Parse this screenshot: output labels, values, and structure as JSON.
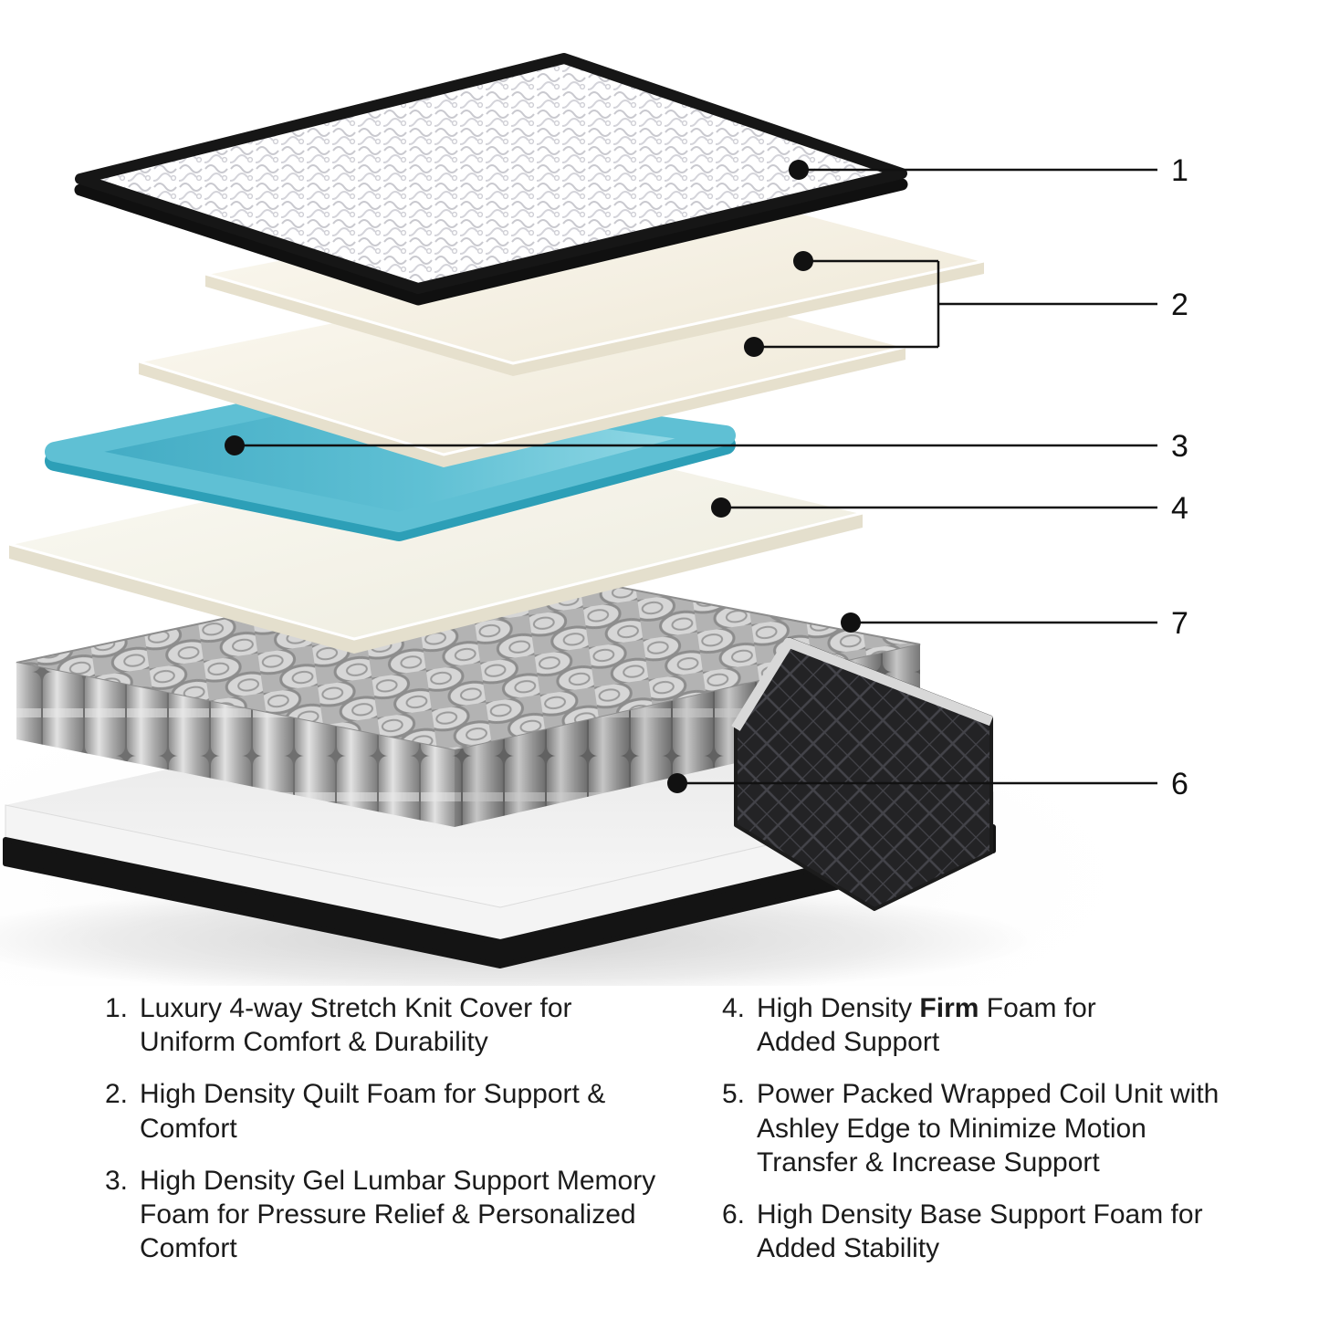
{
  "diagram": {
    "callouts": {
      "c1": "1",
      "c2": "2",
      "c3": "3",
      "c4": "4",
      "c7": "7",
      "c6": "6"
    },
    "colors": {
      "gel_foam_teal": "#45b1c8",
      "quilt_foam_cream": "#f4efdf",
      "coil_gray": "#b3b3b3",
      "cover_edge_black": "#101010",
      "edge_fabric_dark": "#232325",
      "callout_line": "#111111",
      "legend_text": "#1b1b1b"
    }
  },
  "legend": {
    "left": [
      {
        "num": "1.",
        "lines": [
          "Luxury 4-way Stretch Knit Cover for",
          "Uniform Comfort & Durability"
        ]
      },
      {
        "num": "2.",
        "lines": [
          "High Density Quilt Foam for Support & Comfort"
        ]
      },
      {
        "num": "3.",
        "lines": [
          "High Density Gel Lumbar Support Memory",
          "Foam for Pressure Relief & Personalized Comfort"
        ]
      }
    ],
    "right": [
      {
        "num": "4.",
        "line1_pre": "High Density ",
        "line1_bold": "Firm",
        "line1_post": " Foam for",
        "lines": [
          "Added Support"
        ]
      },
      {
        "num": "5.",
        "lines": [
          "Power Packed Wrapped Coil Unit with",
          "Ashley Edge to Minimize Motion",
          "Transfer & Increase Support"
        ]
      },
      {
        "num": "6.",
        "lines": [
          "High Density Base Support Foam for",
          "Added Stability"
        ]
      }
    ]
  }
}
